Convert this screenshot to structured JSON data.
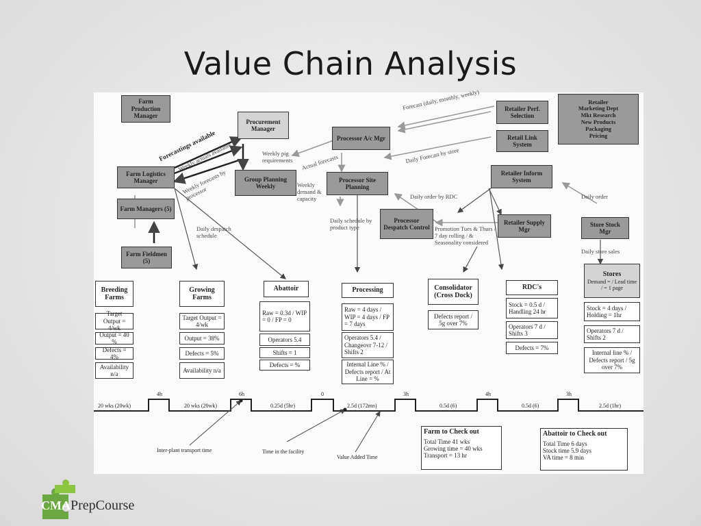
{
  "slide": {
    "title": "Value Chain Analysis"
  },
  "logo": {
    "brand_left": "CMA",
    "brand_right": "PrepCourse",
    "icon": "puzzle-piece-icon",
    "color": "#6aa842"
  },
  "diagram": {
    "top_boxes": {
      "farm_production_manager": "Farm Production Manager",
      "procurement_manager": "Procurement Manager",
      "processor_a_mgr": "Processor A/c Mgr",
      "retailer_perf_selection": "Retailer Perf. Selection",
      "retailer_marketing": [
        "Retailer",
        "Marketing Dept",
        "Mkt Research",
        "New Products",
        "Packaging",
        "Pricing"
      ],
      "retail_link_system": "Retail Link System",
      "farm_logistics_manager": "Farm Logistics Manager",
      "group_planning_weekly": "Group Planning Weekly",
      "processor_site_planning": "Processor Site Planning",
      "retailer_inform_system": "Retailer Inform System",
      "farm_managers": "Farm Managers (5)",
      "processor_despatch_control": "Processor Despatch Control",
      "retailer_supply_mgr": "Retailer Supply Mgr",
      "store_stock_mgr": "Store Stock Mgr",
      "farm_fieldmen": "Farm Fieldmen (5)"
    },
    "flow_labels": {
      "forecast_orders": "Forecast (daily, monthly, weekly)",
      "forecasting_available": "Forecastings available",
      "weekly_actuals": "Weekly actuals available",
      "weekly_forecasts": "Weekly forecasts by processor",
      "weekly_pig_requirements": "Weekly pig requirements",
      "actual_forecasts": "Actual forecasts",
      "weekly_demand": "Weekly demand & capacity",
      "daily_forecast": "Daily Forecast by store",
      "daily_order_by_rdc": "Daily order by RDC",
      "daily_despatch": "Daily despatch schedule",
      "daily_schedule_product": "Daily schedule by product type",
      "promotion_note": "Promotion Tues & Thurs / 7 day rolling / & Seasonality considered",
      "daily_order": "Daily order",
      "daily_store_sales": "Daily store sales"
    },
    "process_boxes": [
      {
        "name": "Breeding Farms",
        "rows": [
          "Target Output = 4/wk",
          "Output = 40 %",
          "Defects = 4%",
          "Availability n/a"
        ]
      },
      {
        "name": "Growing Farms",
        "rows": [
          "Target Output = 4/wk",
          "Output = 38%",
          "Defects = 5%",
          "Availability n/a"
        ]
      },
      {
        "name": "Abattoir",
        "rows": [
          "Raw = 0.3d / WIP = 0 / FP = 0",
          "Operators 5.4",
          "Shifts = 1",
          "Defects = %"
        ]
      },
      {
        "name": "Processing",
        "rows": [
          "Raw = 4 days / WIP = 4 days / FP = 7 days",
          "Operators 5.4 / Changeovr 7-12 / Shifts 2",
          "Internal Line % / Defects report / At Line = %"
        ]
      },
      {
        "name": "Consolidator (Cross Dock)",
        "rows": [
          "Defects report / 5g over 7%"
        ]
      },
      {
        "name": "RDC's",
        "rows": [
          "Stock = 0.5 d / Handling 24 hr",
          "Operators 7 d / Shifts 3",
          "Defects = 7%"
        ]
      },
      {
        "name": "Stores",
        "rows": [
          "Demand = / Lead time / = 1 page",
          "Stock = 4 days / Holding = 1hr",
          "Operators 7 d / Shifts 2",
          "Internal line % / Defects report / 5g over 7%"
        ]
      }
    ],
    "timeline": {
      "segments": [
        "20 wks (20wk)",
        "20 wks (20wk)",
        "0.25d (5hr)",
        "2.5d (172mn)",
        "0.5d (6)",
        "0.5d (6)",
        "2.5d (1hr)"
      ],
      "gaps": [
        "4h",
        "6h",
        "0",
        "3h",
        "4h",
        "3h"
      ],
      "annotations": [
        "Inter-plant transport time",
        "Time in the facility",
        "Value Added Time"
      ]
    },
    "check_out": [
      {
        "title": "Farm to Check out",
        "rows": [
          "Total Time 41 wks",
          "Growing time = 40 wks",
          "Transport = 13 hr"
        ]
      },
      {
        "title": "Abattoir to Check out",
        "rows": [
          "Total Time 6 days",
          "Stock time 5.9 days",
          "VA time = 8 min"
        ]
      }
    ]
  }
}
